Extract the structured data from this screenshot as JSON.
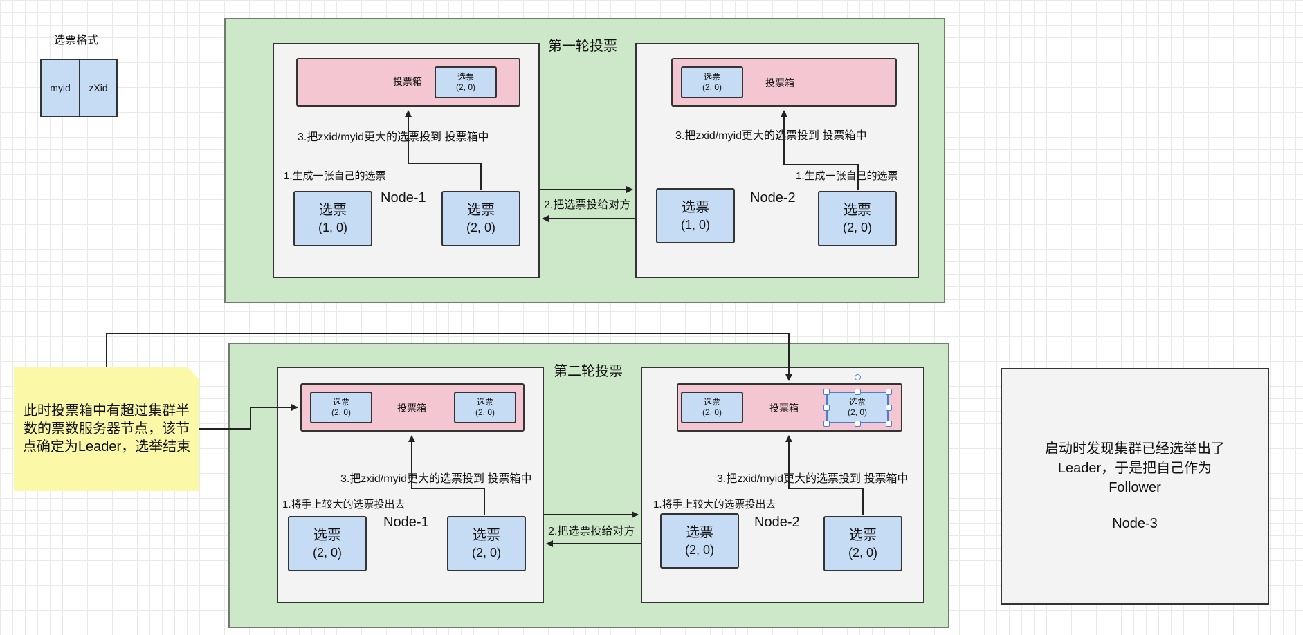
{
  "format": {
    "title": "选票格式",
    "cells": [
      "myid",
      "zXid"
    ]
  },
  "round1": {
    "title": "第一轮投票",
    "node1": {
      "name": "Node-1",
      "box_label": "投票箱",
      "box_vote": {
        "title": "选票",
        "value": "(2, 0)"
      },
      "step1": "1.生成一张自己的选票",
      "step3": "3.把zxid/myid更大的选票投到 投票箱中",
      "vote_a": {
        "title": "选票",
        "value": "(1, 0)"
      },
      "vote_b": {
        "title": "选票",
        "value": "(2, 0)"
      }
    },
    "node2": {
      "name": "Node-2",
      "box_label": "投票箱",
      "box_vote": {
        "title": "选票",
        "value": "(2, 0)"
      },
      "step1": "1.生成一张自己的选票",
      "step3": "3.把zxid/myid更大的选票投到 投票箱中",
      "vote_a": {
        "title": "选票",
        "value": "(1, 0)"
      },
      "vote_b": {
        "title": "选票",
        "value": "(2, 0)"
      }
    },
    "step2": "2.把选票投给对方"
  },
  "round2": {
    "title": "第二轮投票",
    "node1": {
      "name": "Node-1",
      "box_label": "投票箱",
      "box_vote_a": {
        "title": "选票",
        "value": "(2, 0)"
      },
      "box_vote_b": {
        "title": "选票",
        "value": "(2, 0)"
      },
      "step1": "1.将手上较大的选票投出去",
      "step3": "3.把zxid/myid更大的选票投到 投票箱中",
      "vote_a": {
        "title": "选票",
        "value": "(2, 0)"
      },
      "vote_b": {
        "title": "选票",
        "value": "(2, 0)"
      }
    },
    "node2": {
      "name": "Node-2",
      "box_label": "投票箱",
      "box_vote_a": {
        "title": "选票",
        "value": "(2, 0)"
      },
      "box_vote_b": {
        "title": "选票",
        "value": "(2, 0)"
      },
      "step1": "1.将手上较大的选票投出去",
      "step3": "3.把zxid/myid更大的选票投到 投票箱中",
      "vote_a": {
        "title": "选票",
        "value": "(2, 0)"
      },
      "vote_b": {
        "title": "选票",
        "value": "(2, 0)"
      }
    },
    "step2": "2.把选票投给对方"
  },
  "note": "此时投票箱中有超过集群半数的票数服务器节点，该节点确定为Leader，选举结束",
  "node3": {
    "text": "启动时发现集群已经选举出了Leader，于是把自己作为Follower",
    "name": "Node-3"
  }
}
